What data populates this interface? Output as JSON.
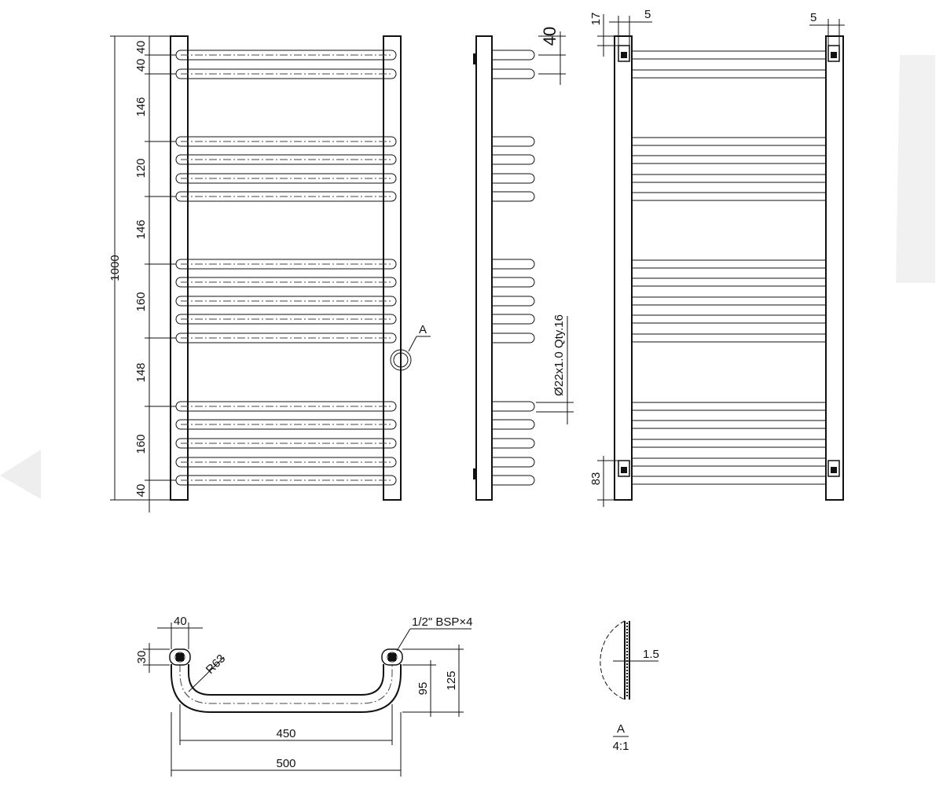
{
  "front_view": {
    "total_height": "1000",
    "dims": [
      "40",
      "40",
      "146",
      "120",
      "146",
      "160",
      "148",
      "160",
      "40"
    ],
    "detail_marker": "A"
  },
  "side_view": {
    "top_dim": "40",
    "pipe_spec": "Ø22x1.0  Qty.16"
  },
  "back_view": {
    "dim_17": "17",
    "dim_5_left": "5",
    "dim_5_right": "5",
    "dim_83": "83"
  },
  "top_view": {
    "dim_40": "40",
    "dim_30": "30",
    "radius": "R63",
    "thread": "1/2\" BSP×4",
    "dim_95": "95",
    "dim_125": "125",
    "dim_450": "450",
    "dim_500": "500"
  },
  "detail_view": {
    "thickness": "1.5",
    "label": "A",
    "scale": "4:1"
  },
  "colors": {
    "line": "#111111",
    "background": "#ffffff",
    "watermark": "#eeeeee"
  }
}
